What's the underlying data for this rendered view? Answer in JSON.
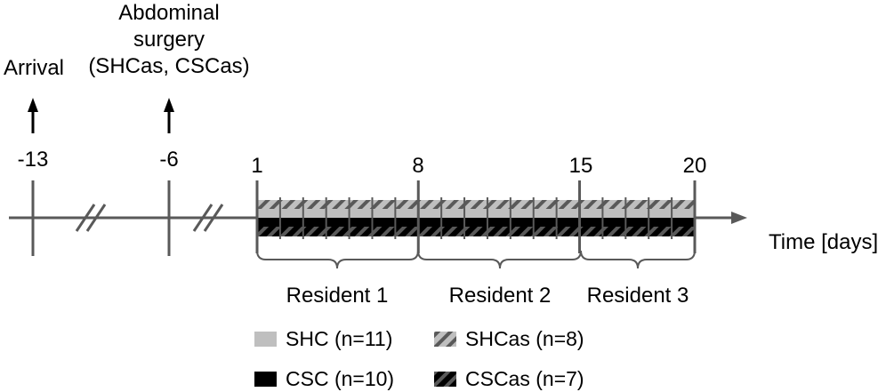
{
  "events": {
    "arrival": {
      "label": "Arrival",
      "day": "-13"
    },
    "surgery": {
      "label_lines": [
        "Abdominal",
        "surgery",
        "(SHCas, CSCas)"
      ],
      "day": "-6"
    }
  },
  "axis": {
    "label": "Time [days]",
    "ticks": [
      "1",
      "8",
      "15",
      "20"
    ]
  },
  "phases": [
    {
      "label": "Resident 1"
    },
    {
      "label": "Resident 2"
    },
    {
      "label": "Resident 3"
    }
  ],
  "legend": [
    {
      "label": "SHC (n=11)",
      "pattern": "solid",
      "color": "#bfbfbf",
      "text_color": "#bfbfbf"
    },
    {
      "label": "SHCas (n=8)",
      "pattern": "hatched",
      "color": "#bfbfbf",
      "text_color": "#bfbfbf"
    },
    {
      "label": "CSC (n=10)",
      "pattern": "solid",
      "color": "#000000",
      "text_color": "#000000"
    },
    {
      "label": "CSCas (n=7)",
      "pattern": "hatched",
      "color": "#000000",
      "text_color": "#000000"
    }
  ],
  "colors": {
    "axis": "#595959",
    "shc": "#bfbfbf",
    "csc": "#000000",
    "hatch_light": "#595959",
    "hatch_dark": "#595959"
  }
}
